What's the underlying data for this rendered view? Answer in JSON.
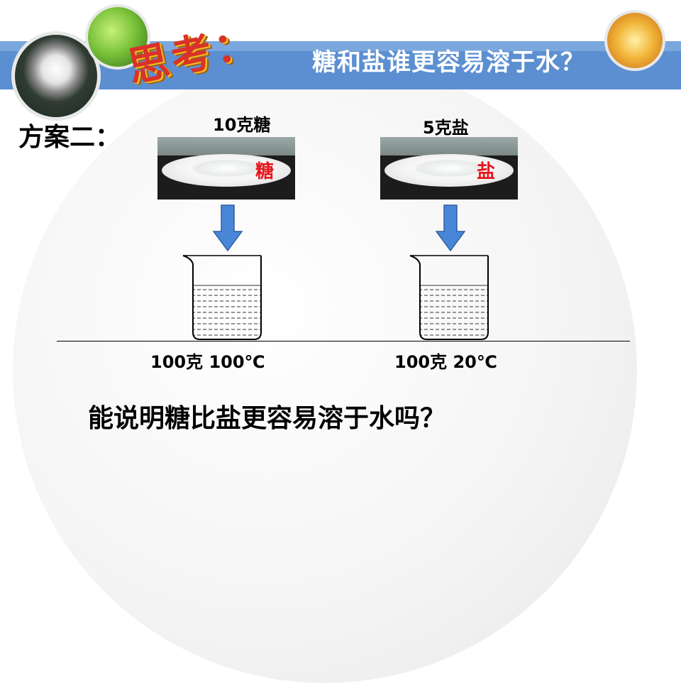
{
  "header": {
    "title": "糖和盐谁更容易溶于水？",
    "badge": "思考："
  },
  "plan_label": "方案二：",
  "experiments": [
    {
      "amount": "10克糖",
      "photo_tag": "糖",
      "condition": "100克 100℃"
    },
    {
      "amount": "5克盐",
      "photo_tag": "盐",
      "condition": "100克 20℃"
    }
  ],
  "question": "能说明糖比盐更容易溶于水吗？",
  "colors": {
    "band": "#5b8fd1",
    "arrow": "#4a86d8",
    "tag": "#e8141c",
    "badge": "#d9322a"
  }
}
